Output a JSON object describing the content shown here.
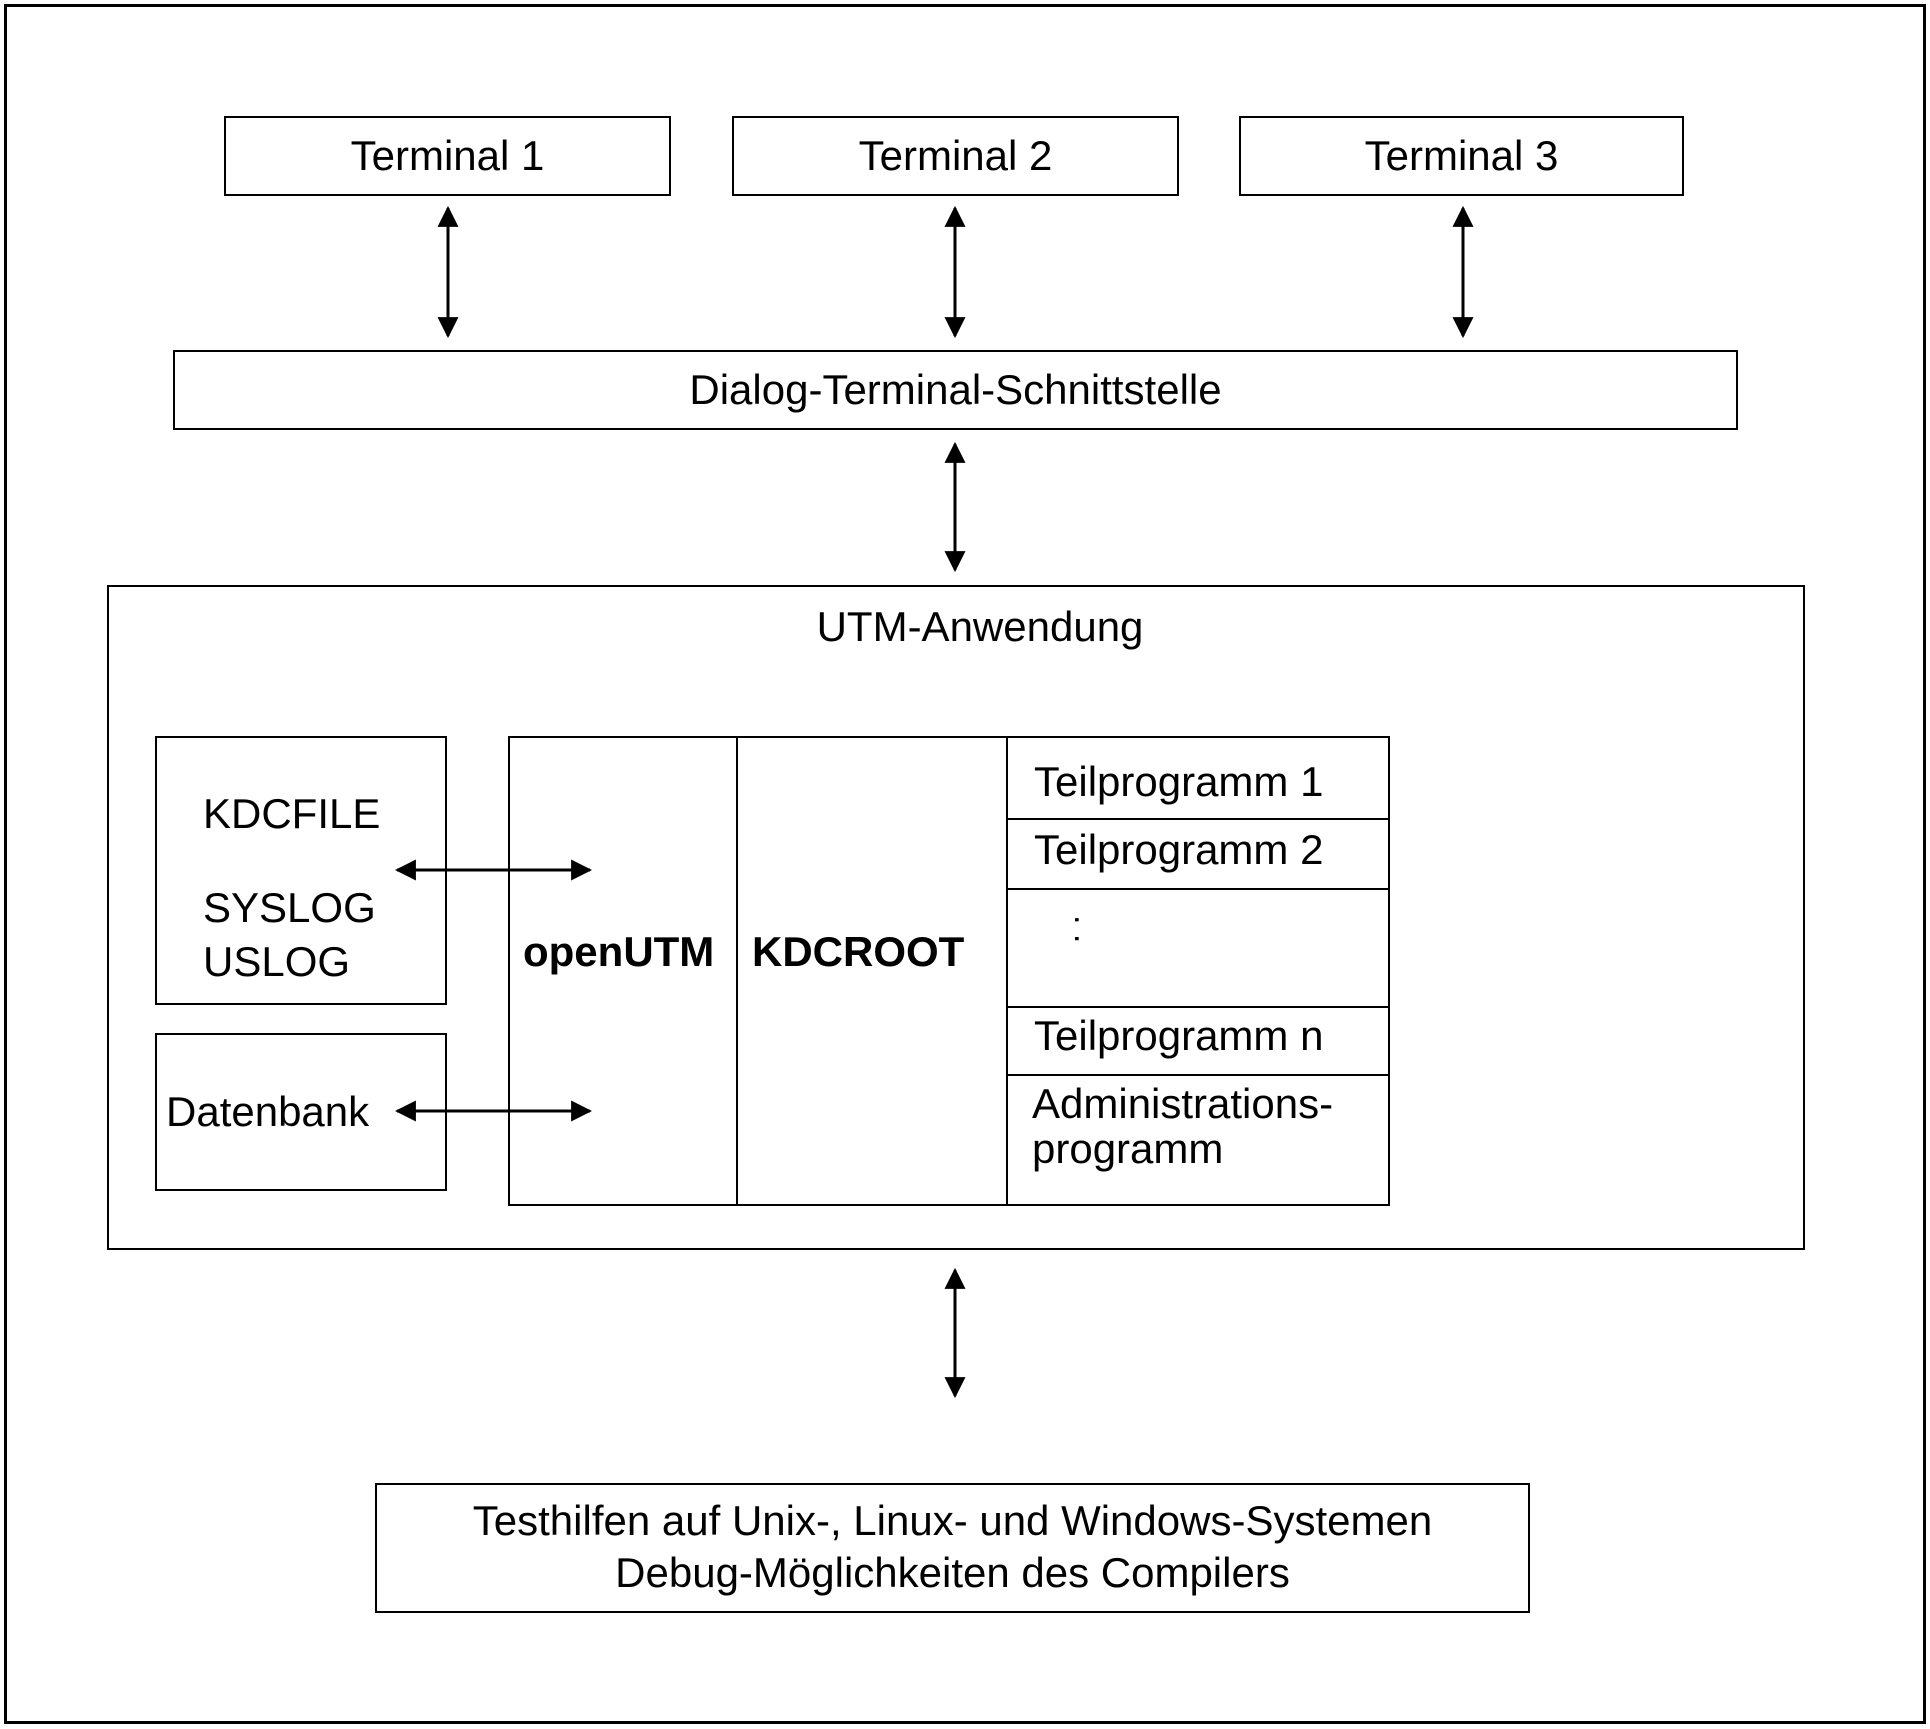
{
  "terminals": [
    {
      "label": "Terminal 1"
    },
    {
      "label": "Terminal 2"
    },
    {
      "label": "Terminal 3"
    }
  ],
  "dialog_interface": {
    "label": "Dialog-Terminal-Schnittstelle"
  },
  "utm_application": {
    "title": "UTM-Anwendung",
    "files": {
      "kdcfile": "KDCFILE",
      "syslog": "SYSLOG",
      "uslog": "USLOG"
    },
    "database": "Datenbank",
    "openutm": "openUTM",
    "kdcroot": "KDCROOT",
    "programs": [
      {
        "label": "Teilprogramm 1"
      },
      {
        "label": "Teilprogramm 2"
      },
      {
        "label": "Teilprogramm n"
      }
    ],
    "ellipsis": ". .",
    "admin_program": {
      "line1": "Administrations-",
      "line2": "programm"
    }
  },
  "test_tools": {
    "line1": "Testhilfen auf Unix-, Linux- und Windows-Systemen",
    "line2": "Debug-Möglichkeiten des Compilers"
  }
}
